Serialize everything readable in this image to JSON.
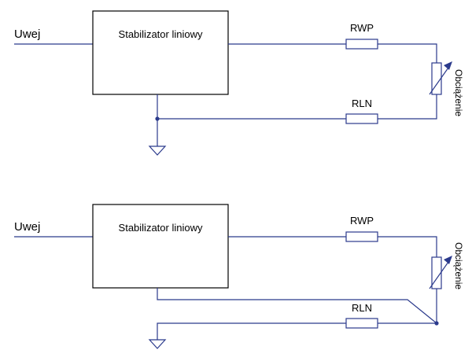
{
  "colors": {
    "wire": "#2b3a8c",
    "box": "#000000",
    "text": "#000000",
    "background": "#ffffff"
  },
  "diagrams": [
    {
      "input_label": "Uwej",
      "regulator_label": "Stabilizator liniowy",
      "resistor_top_label": "RWP",
      "resistor_bottom_label": "RLN",
      "load_label": "Obciążenie"
    },
    {
      "input_label": "Uwej",
      "regulator_label": "Stabilizator liniowy",
      "resistor_top_label": "RWP",
      "resistor_bottom_label": "RLN",
      "load_label": "Obciążenie"
    }
  ]
}
